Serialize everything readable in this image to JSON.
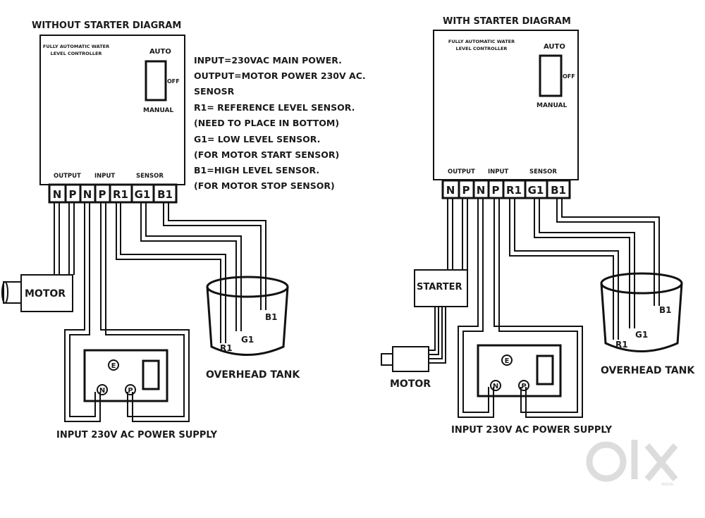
{
  "left": {
    "title": "WITHOUT STARTER DIAGRAM",
    "controller_title_line1": "FULLY AUTOMATIC WATER",
    "controller_title_line2": "LEVEL CONTROLLER",
    "switch_top": "AUTO",
    "switch_side": "OFF",
    "switch_bottom": "MANUAL",
    "group_output": "OUTPUT",
    "group_input": "INPUT",
    "group_sensor": "SENSOR",
    "terminals": [
      "N",
      "P",
      "N",
      "P",
      "R1",
      "G1",
      "B1"
    ],
    "motor": "MOTOR",
    "tank_r1": "R1",
    "tank_g1": "G1",
    "tank_b1": "B1",
    "tank_caption": "OVERHEAD TANK",
    "socket_e": "E",
    "socket_n": "N",
    "socket_p": "P",
    "supply_caption": "INPUT 230V AC POWER SUPPLY"
  },
  "notes": [
    "INPUT=230VAC MAIN POWER.",
    "OUTPUT=MOTOR POWER 230V AC.",
    "SENOSR",
    "R1= REFERENCE LEVEL SENSOR.",
    "(NEED TO PLACE IN BOTTOM)",
    "G1= LOW LEVEL SENSOR.",
    "(FOR MOTOR START SENSOR)",
    "B1=HIGH LEVEL SENSOR.",
    "(FOR MOTOR STOP SENSOR)"
  ],
  "right": {
    "title": "WITH STARTER DIAGRAM",
    "controller_title_line1": "FULLY AUTOMATIC WATER",
    "controller_title_line2": "LEVEL CONTROLLER",
    "switch_top": "AUTO",
    "switch_side": "OFF",
    "switch_bottom": "MANUAL",
    "group_output": "OUTPUT",
    "group_input": "INPUT",
    "group_sensor": "SENSOR",
    "terminals": [
      "N",
      "P",
      "N",
      "P",
      "R1",
      "G1",
      "B1"
    ],
    "starter": "STARTER",
    "motor": "MOTOR",
    "tank_r1": "R1",
    "tank_g1": "G1",
    "tank_b1": "B1",
    "tank_caption": "OVERHEAD TANK",
    "socket_e": "E",
    "socket_n": "N",
    "socket_p": "P",
    "supply_caption": "INPUT 230V AC POWER SUPPLY"
  },
  "watermark": {
    "logo": "OLX",
    "sub": "INDIA",
    "color": "#d9d9d9"
  }
}
